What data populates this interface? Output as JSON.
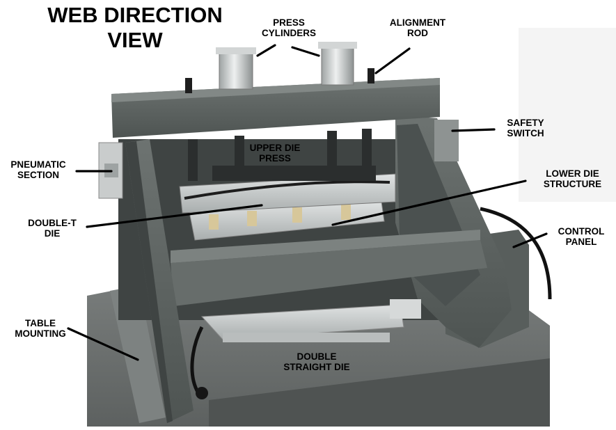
{
  "title": {
    "line1": "WEB DIRECTION",
    "line2": "VIEW"
  },
  "labels": {
    "press_cylinders": {
      "line1": "PRESS",
      "line2": "CYLINDERS"
    },
    "alignment_rod": {
      "line1": "ALIGNMENT",
      "line2": "ROD"
    },
    "safety_switch": {
      "line1": "SAFETY",
      "line2": "SWITCH"
    },
    "upper_die_press": {
      "line1": "UPPER DIE",
      "line2": "PRESS"
    },
    "pneumatic_section": {
      "line1": "PNEUMATIC",
      "line2": "SECTION"
    },
    "lower_die_structure": {
      "line1": "LOWER DIE",
      "line2": "STRUCTURE"
    },
    "double_t_die": {
      "line1": "DOUBLE-T",
      "line2": "DIE"
    },
    "control_panel": {
      "line1": "CONTROL",
      "line2": "PANEL"
    },
    "table_mounting": {
      "line1": "TABLE",
      "line2": "MOUNTING"
    },
    "double_straight_die": {
      "line1": "DOUBLE",
      "line2": "STRAIGHT DIE"
    }
  },
  "colors": {
    "frame": "#5b615f",
    "frame_dark": "#3f4443",
    "frame_light": "#767c7a",
    "table": "#6c706f",
    "metal": "#c9cccc",
    "label": "#000000"
  }
}
